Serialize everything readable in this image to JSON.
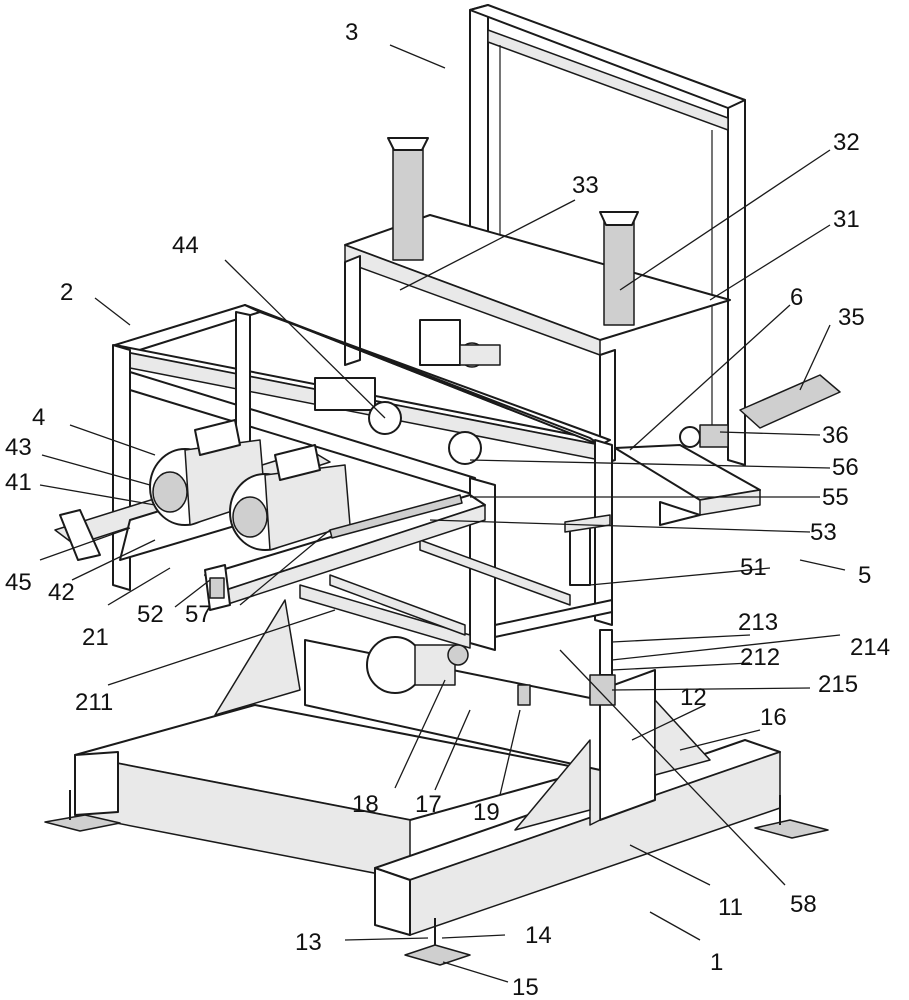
{
  "labels": {
    "l1": "1",
    "l2": "2",
    "l3": "3",
    "l4": "4",
    "l5": "5",
    "l6": "6",
    "l11": "11",
    "l12": "12",
    "l13": "13",
    "l14": "14",
    "l15": "15",
    "l16": "16",
    "l17": "17",
    "l18": "18",
    "l19": "19",
    "l21": "21",
    "l31": "31",
    "l32": "32",
    "l33": "33",
    "l35": "35",
    "l36": "36",
    "l41": "41",
    "l42": "42",
    "l43": "43",
    "l44": "44",
    "l45": "45",
    "l51": "51",
    "l52": "52",
    "l53": "53",
    "l55": "55",
    "l56": "56",
    "l57": "57",
    "l58": "58",
    "l211": "211",
    "l212": "212",
    "l213": "213",
    "l214": "214",
    "l215": "215"
  }
}
